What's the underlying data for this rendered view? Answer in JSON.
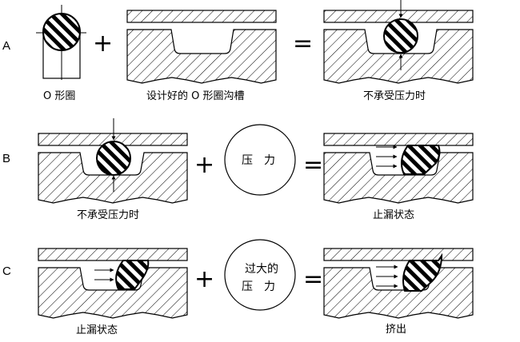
{
  "rows": [
    {
      "id": "A",
      "label": "A"
    },
    {
      "id": "B",
      "label": "B"
    },
    {
      "id": "C",
      "label": "C"
    }
  ],
  "captions": {
    "a1": "O 形圈",
    "a2": "设计好的 O 形圈沟槽",
    "a3": "不承受压力时",
    "b1": "不承受压力时",
    "b3": "止漏状态",
    "c1": "止漏状态",
    "c3": "挤出"
  },
  "operators": {
    "plus": "+",
    "equals": "="
  },
  "pressure_b": "压　力",
  "pressure_c_line1": "过大的",
  "pressure_c_line2": "压　力"
}
